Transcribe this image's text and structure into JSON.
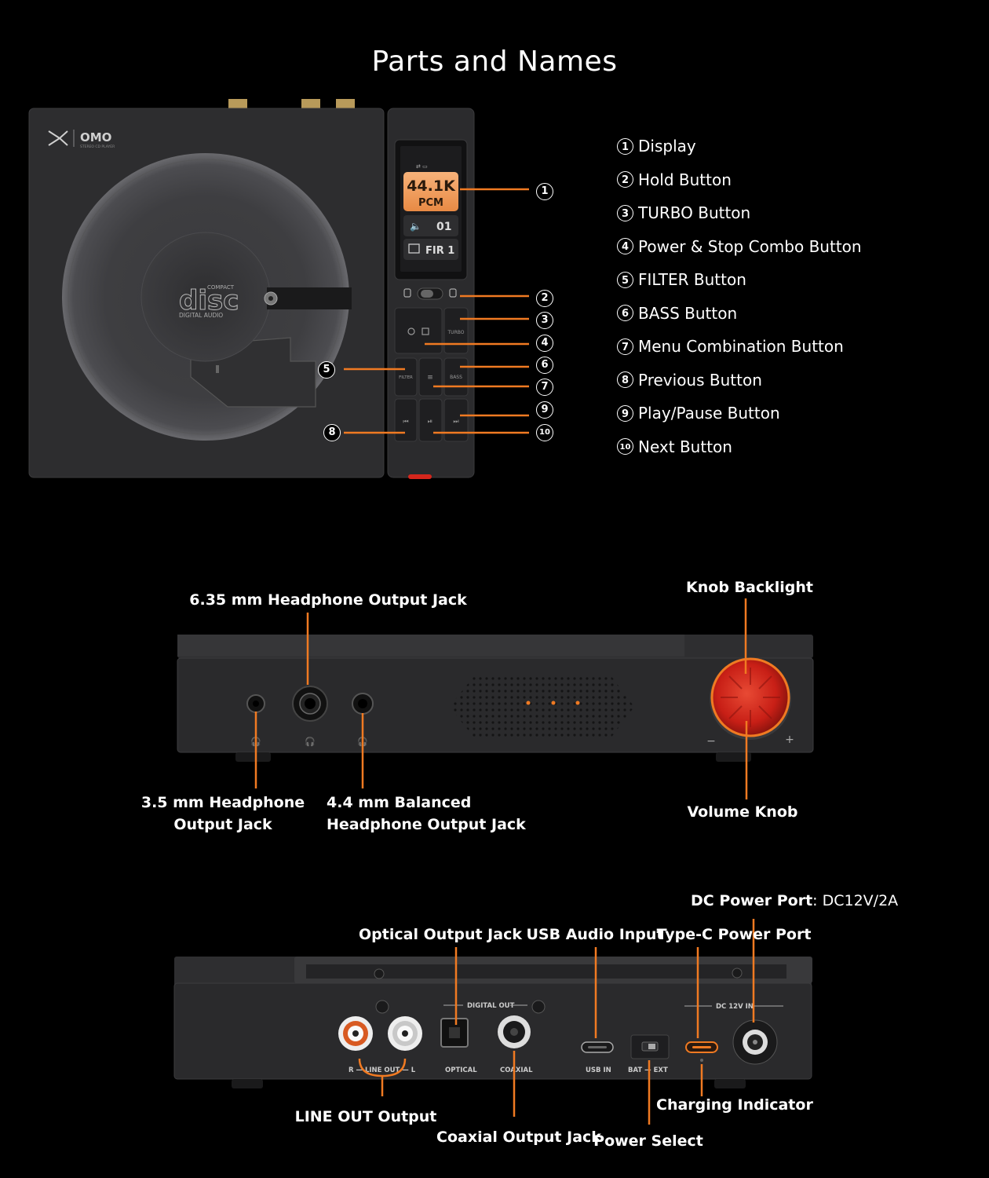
{
  "page": {
    "title": "Parts and Names"
  },
  "top_device": {
    "brand_logo": "OMO",
    "brand_sub": "STEREO CD PLAYER",
    "disc_top": "COMPACT",
    "disc_main": "disc",
    "disc_bottom": "DIGITAL AUDIO",
    "screen": {
      "rate": "44.1K",
      "format": "PCM",
      "volume": "01",
      "filter": "FIR 1"
    },
    "button_labels": {
      "turbo": "TURBO",
      "filter": "FILTER",
      "bass": "BASS"
    }
  },
  "legend": [
    {
      "num": "1",
      "label": "Display"
    },
    {
      "num": "2",
      "label": "Hold Button"
    },
    {
      "num": "3",
      "label": "TURBO Button"
    },
    {
      "num": "4",
      "label": "Power & Stop Combo Button"
    },
    {
      "num": "5",
      "label": "FILTER Button"
    },
    {
      "num": "6",
      "label": "BASS Button"
    },
    {
      "num": "7",
      "label": "Menu Combination Button"
    },
    {
      "num": "8",
      "label": "Previous Button"
    },
    {
      "num": "9",
      "label": "Play/Pause Button"
    },
    {
      "num": "10",
      "label": "Next Button"
    }
  ],
  "front_panel": {
    "labels": {
      "jack_635": "6.35 mm Headphone Output Jack",
      "knob_backlight": "Knob Backlight",
      "jack_35_line1": "3.5 mm Headphone",
      "jack_35_line2": "Output Jack",
      "jack_44_line1": "4.4 mm Balanced",
      "jack_44_line2": "Headphone Output Jack",
      "volume_knob": "Volume Knob"
    },
    "knob_minus": "−",
    "knob_plus": "+"
  },
  "rear_panel": {
    "labels": {
      "dc_power_bold": "DC Power Port",
      "dc_power_spec": ": DC12V/2A",
      "optical": "Optical Output Jack",
      "usb": "USB Audio Input",
      "typec": "Type-C Power Port",
      "line_out": "LINE OUT Output",
      "coaxial": "Coaxial Output Jack",
      "power_select": "Power Select",
      "charging": "Charging Indicator"
    },
    "printed": {
      "digital_out": "DIGITAL OUT",
      "dc_in": "DC 12V IN",
      "line_out": "R — LINE OUT — L",
      "optical": "OPTICAL",
      "coaxial": "COAXIAL",
      "usb_in": "USB IN",
      "bat_ext": "BAT — EXT"
    }
  },
  "colors": {
    "accent": "#f07a22",
    "knob_red": "#d5261c",
    "device": "#2c2c2e",
    "background": "#000000"
  }
}
